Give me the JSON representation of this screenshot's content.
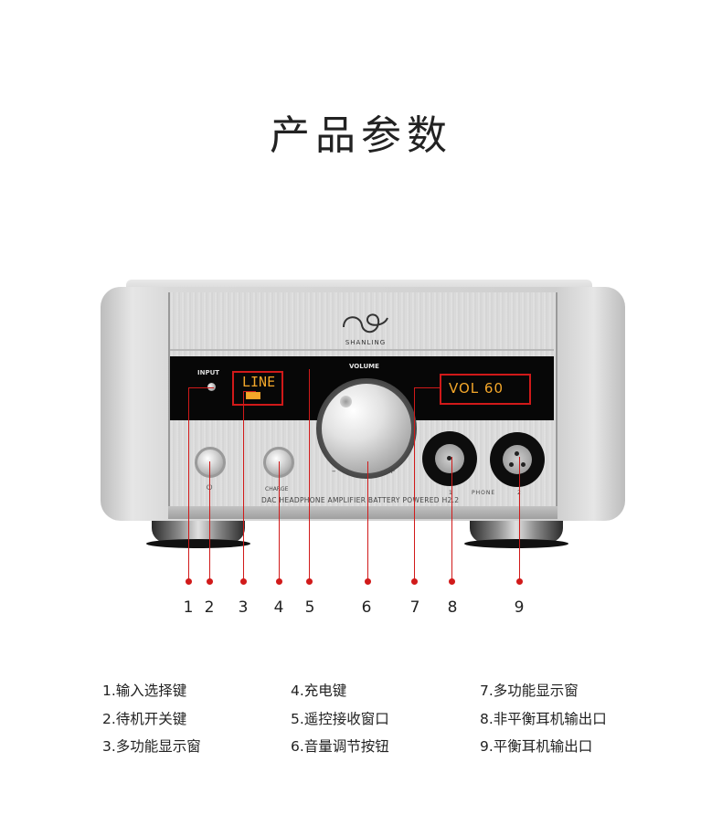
{
  "page": {
    "title": "产品参数"
  },
  "device": {
    "brand": "SHANLING",
    "input_label": "INPUT",
    "volume_label": "VOLUME",
    "display_input": "LINE",
    "display_volume": "VOL 60",
    "charge_label": "CHARGE",
    "minus": "–",
    "plus": "+",
    "phone_label": "PHONE",
    "jack1": "1",
    "jack2": "2",
    "model_line": "DAC HEADPHONE AMPLIFIER BATTERY POWERED",
    "model_name": "H2.2",
    "colors": {
      "display": "#f4a72a",
      "callout": "#d11a1a"
    }
  },
  "callouts": [
    "1",
    "2",
    "3",
    "4",
    "5",
    "6",
    "7",
    "8",
    "9"
  ],
  "legend": [
    [
      "1.输入选择键",
      "2.待机开关键",
      "3.多功能显示窗"
    ],
    [
      "4.充电键",
      "5.遥控接收窗口",
      "6.音量调节按钮"
    ],
    [
      "7.多功能显示窗",
      "8.非平衡耳机输出口",
      "9.平衡耳机输出口"
    ]
  ]
}
